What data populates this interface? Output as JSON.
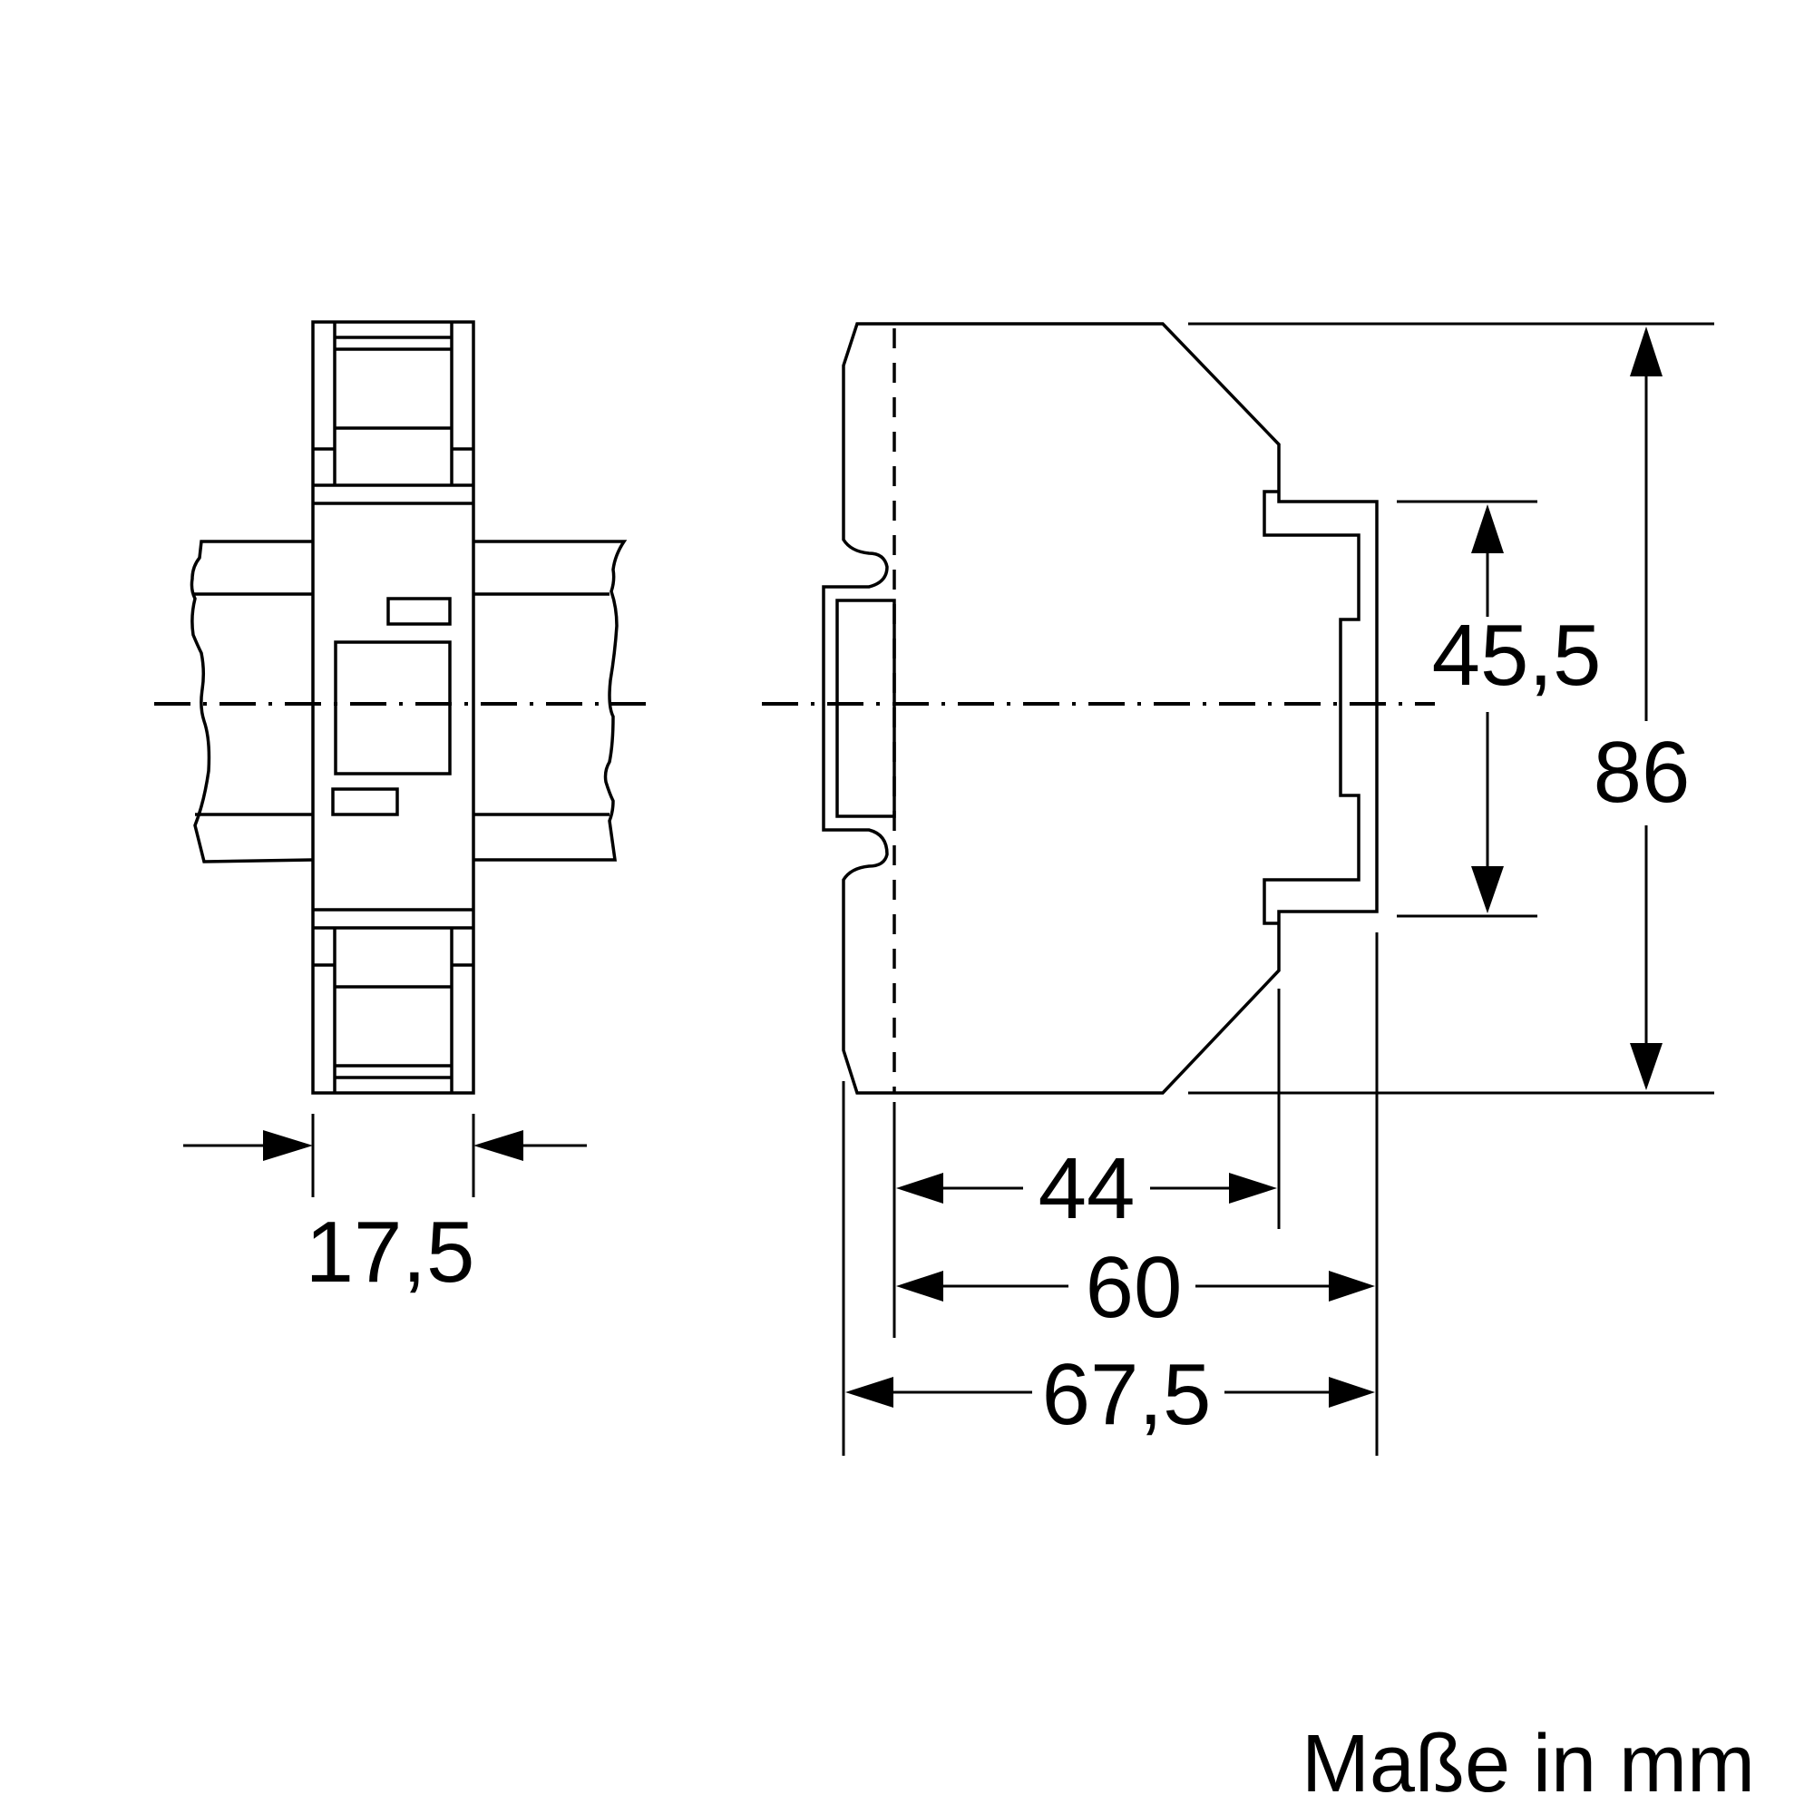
{
  "dimensions": {
    "width_front": "17,5",
    "depth_a": "44",
    "depth_b": "60",
    "depth_c": "67,5",
    "height_inner": "45,5",
    "height_total": "86"
  },
  "units_note": "Maße in mm"
}
